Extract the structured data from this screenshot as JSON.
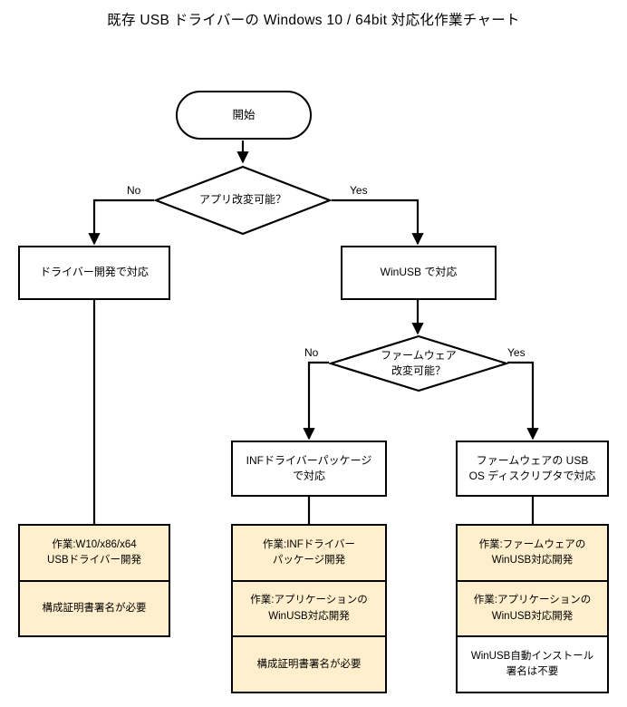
{
  "title": "既存 USB ドライバーの Windows 10 / 64bit 対応化作業チャート",
  "nodes": {
    "start": {
      "label": "開始",
      "shape": "terminator"
    },
    "decision1": {
      "label": "アプリ改変可能？",
      "shape": "decision"
    },
    "driver_dev": {
      "label": "ドライバー開発で対応",
      "shape": "process"
    },
    "winusb": {
      "label": "WinUSB で対応",
      "shape": "process"
    },
    "decision2": {
      "label": "ファームウェア\n改変可能？",
      "shape": "decision"
    },
    "inf_pkg": {
      "label": "INFドライバーパッケージ\nで対応",
      "shape": "process"
    },
    "fw_osdesc": {
      "label": "ファームウェアの USB\nOS ディスクリプタで対応",
      "shape": "process"
    }
  },
  "edge_labels": {
    "d1_no": "No",
    "d1_yes": "Yes",
    "d2_no": "No",
    "d2_yes": "Yes"
  },
  "outcomes": {
    "left": {
      "items": [
        {
          "label": "作業:W10/x86/x64\nUSBドライバー開発",
          "style": "highlight"
        },
        {
          "label": "構成証明書署名が必要",
          "style": "highlight"
        }
      ]
    },
    "middle": {
      "items": [
        {
          "label": "作業:INFドライバー\nパッケージ開発",
          "style": "highlight"
        },
        {
          "label": "作業:アプリケーションの\nWinUSB対応開発",
          "style": "highlight"
        },
        {
          "label": "構成証明書署名が必要",
          "style": "highlight"
        }
      ]
    },
    "right": {
      "items": [
        {
          "label": "作業:ファームウェアの\nWinUSB対応開発",
          "style": "highlight"
        },
        {
          "label": "作業:アプリケーションの\nWinUSB対応開発",
          "style": "highlight"
        },
        {
          "label": "WinUSB自動インストール\n署名は不要",
          "style": "plain"
        }
      ]
    }
  },
  "colors": {
    "highlight_fill": "#ffefcc",
    "plain_fill": "#ffffff",
    "stroke": "#000000",
    "background": "#ffffff"
  }
}
